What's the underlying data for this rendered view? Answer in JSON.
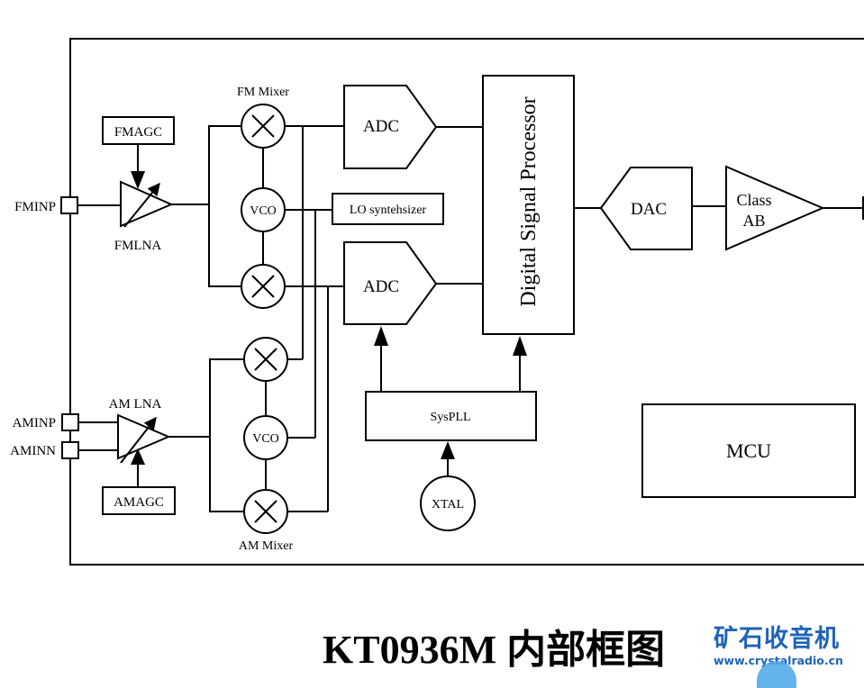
{
  "diagram": {
    "pins": {
      "fminp": "FMINP",
      "aminp": "AMINP",
      "aminn": "AMINN"
    },
    "fm_path": {
      "agc": "FMAGC",
      "lna": "FMLNA",
      "mixer_label": "FM Mixer",
      "vco": "VCO"
    },
    "am_path": {
      "agc": "AMAGC",
      "lna": "AM LNA",
      "mixer_label": "AM Mixer",
      "vco": "VCO"
    },
    "lo_synthesizer": "LO syntehsizer",
    "adc_top": "ADC",
    "adc_bottom": "ADC",
    "dsp": "Digital Signal Processor",
    "dac": "DAC",
    "class_ab_line1": "Class",
    "class_ab_line2": "AB",
    "syspll": "SysPLL",
    "xtal": "XTAL",
    "mcu": "MCU",
    "icons": {
      "mixer": "multiply-cross-icon",
      "amplifier": "triangle-amplifier-icon",
      "variable_gain": "diagonal-arrow-icon"
    }
  },
  "caption": {
    "title": "KT0936M 内部框图"
  },
  "watermark": {
    "text_cn": "矿石收音机",
    "url": "www.crystalradio.cn",
    "color": "#1e63b8"
  }
}
